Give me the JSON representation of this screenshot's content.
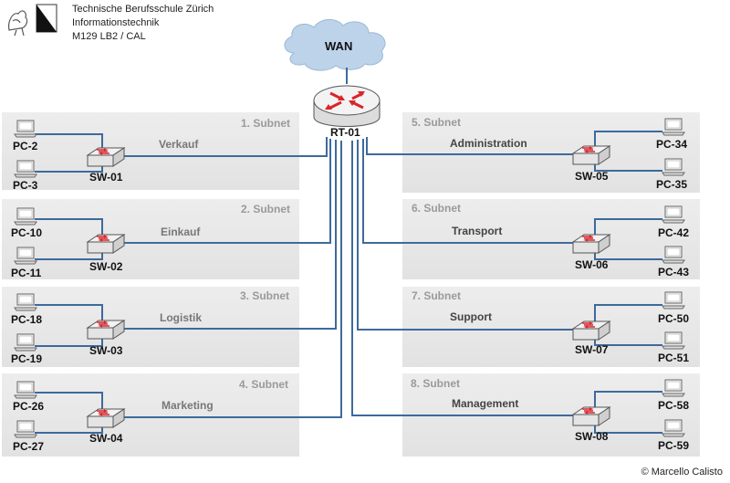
{
  "header": {
    "line1": "Technische Berufsschule Zürich",
    "line2": "Informationstechnik",
    "line3": "M129 LB2 / CAL"
  },
  "wan": {
    "label": "WAN"
  },
  "router": {
    "label": "RT-01"
  },
  "subnets": [
    {
      "title": "1. Subnet",
      "dept": "Verkauf",
      "switch": "SW-01",
      "pcs": [
        "PC-2",
        "PC-3"
      ]
    },
    {
      "title": "2. Subnet",
      "dept": "Einkauf",
      "switch": "SW-02",
      "pcs": [
        "PC-10",
        "PC-11"
      ]
    },
    {
      "title": "3. Subnet",
      "dept": "Logistik",
      "switch": "SW-03",
      "pcs": [
        "PC-18",
        "PC-19"
      ]
    },
    {
      "title": "4. Subnet",
      "dept": "Marketing",
      "switch": "SW-04",
      "pcs": [
        "PC-26",
        "PC-27"
      ]
    },
    {
      "title": "5. Subnet",
      "dept": "Administration",
      "switch": "SW-05",
      "pcs": [
        "PC-34",
        "PC-35"
      ]
    },
    {
      "title": "6. Subnet",
      "dept": "Transport",
      "switch": "SW-06",
      "pcs": [
        "PC-42",
        "PC-43"
      ]
    },
    {
      "title": "7. Subnet",
      "dept": "Support",
      "switch": "SW-07",
      "pcs": [
        "PC-50",
        "PC-51"
      ]
    },
    {
      "title": "8. Subnet",
      "dept": "Management",
      "switch": "SW-08",
      "pcs": [
        "PC-58",
        "PC-59"
      ]
    }
  ],
  "footer": {
    "copyright": "© Marcello Calisto"
  },
  "colors": {
    "link": "#3d6a9c",
    "subnet_bg": "#e6e6e6",
    "router_arrow": "#d9252a",
    "cloud": "#bcd3ea"
  }
}
